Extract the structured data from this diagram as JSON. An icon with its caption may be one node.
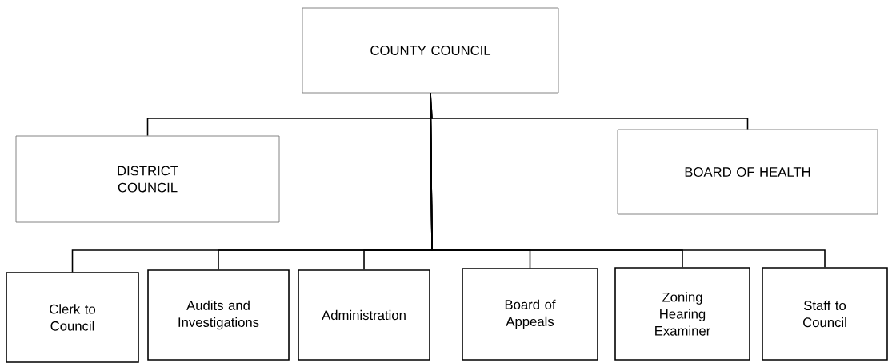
{
  "diagram": {
    "nodes": [
      {
        "text": [
          "COUNTY COUNCIL"
        ]
      },
      {
        "text": [
          "DISTRICT COUNCIL"
        ]
      },
      {
        "text": [
          "BOARD OF HEALTH"
        ]
      },
      {
        "text": [
          "Clerk to Council"
        ]
      },
      {
        "text": [
          "Audits and Investigations"
        ]
      },
      {
        "text": [
          "Administration"
        ]
      },
      {
        "text": [
          "Board of Appeals"
        ]
      },
      {
        "text": [
          "Zoning Hearing Examiner"
        ]
      },
      {
        "text": [
          "Staff to Council"
        ]
      }
    ],
    "edges": [
      {
        "from": 0,
        "to": 1,
        "arrow": "none"
      },
      {
        "from": 0,
        "to": 2,
        "arrow": "none"
      },
      {
        "from": 0,
        "to": 3,
        "arrow": "none"
      },
      {
        "from": 0,
        "to": 4,
        "arrow": "none"
      },
      {
        "from": 0,
        "to": 5,
        "arrow": "none"
      },
      {
        "from": 0,
        "to": 6,
        "arrow": "none"
      },
      {
        "from": 0,
        "to": 7,
        "arrow": "none"
      },
      {
        "from": 0,
        "to": 8,
        "arrow": "none"
      }
    ]
  }
}
